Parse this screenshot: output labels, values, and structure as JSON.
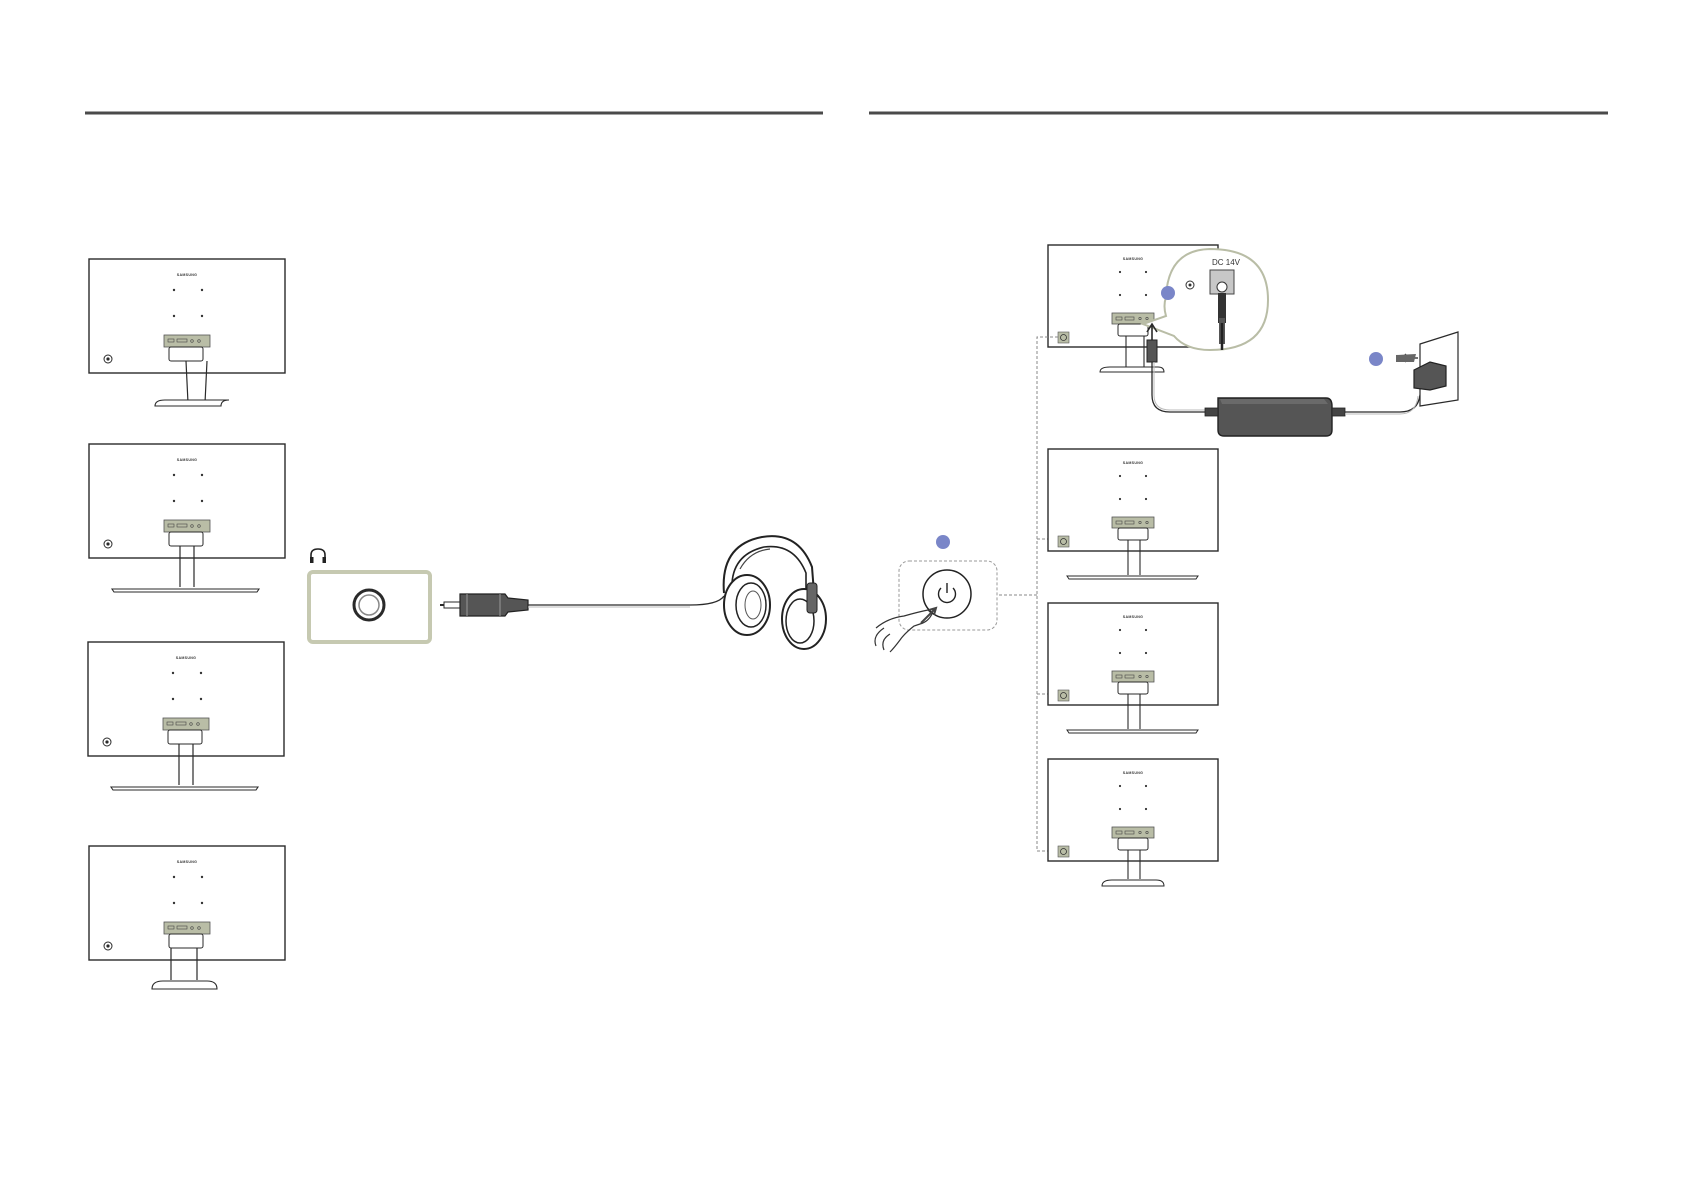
{
  "left_section": {
    "monitor_brand": "SAMSUNG",
    "headphone_port": "headphone-jack-icon",
    "models": [
      "monitor-1",
      "monitor-2",
      "monitor-3",
      "monitor-4"
    ]
  },
  "right_section": {
    "monitor_brand": "SAMSUNG",
    "power_port_label": "DC 14V",
    "step_markers": [
      "step-marker-1",
      "step-marker-2",
      "step-marker-3"
    ],
    "power_button": "power-icon"
  },
  "colors": {
    "rule": "#4a4a4a",
    "port_panel": "#b9bda6",
    "port_frame": "#c6c9b1",
    "step_marker": "#7a86c8",
    "line": "#2a2a2a",
    "adapter": "#555555"
  }
}
